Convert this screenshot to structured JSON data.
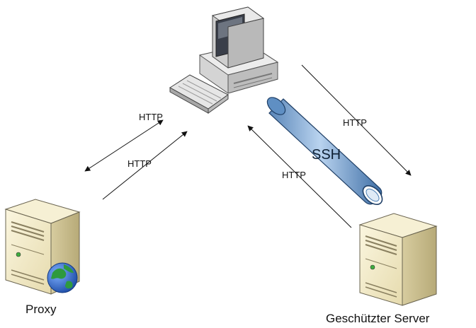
{
  "nodes": {
    "client": {
      "label": ""
    },
    "proxy": {
      "label": "Proxy"
    },
    "server": {
      "label": "Geschützter Server"
    }
  },
  "tunnel": {
    "label": "SSH"
  },
  "arrows": {
    "proxy_client_top": "HTTP",
    "proxy_client_bottom": "HTTP",
    "server_outer": "HTTP",
    "server_inner": "HTTP"
  },
  "colors": {
    "tunnel": "#8fb3d9",
    "tunnel_dark": "#4c7fb5",
    "server_body": "#efe7c4",
    "server_side": "#c9bd8f",
    "computer": "#d9d9d9",
    "globe": "#2b5fc7"
  }
}
